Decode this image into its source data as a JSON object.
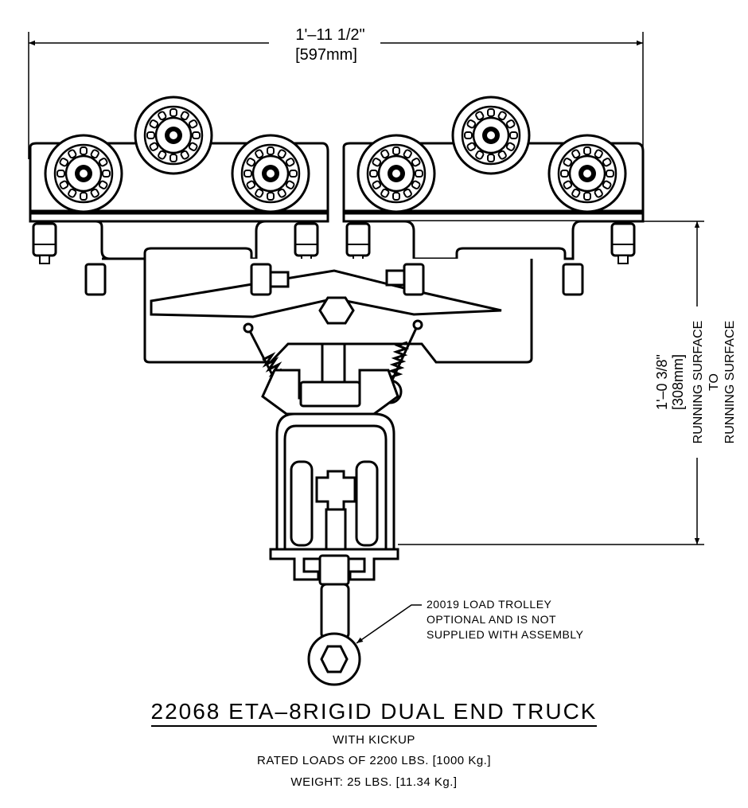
{
  "dimensions": {
    "width_imperial": "1'–11 1/2\"",
    "width_metric": "[597mm]",
    "height_imperial": "1'–0 3/8\"",
    "height_metric": "[308mm]",
    "running_surface_a": "RUNNING SURFACE",
    "to": "TO",
    "running_surface_b": "RUNNING SURFACE"
  },
  "callout": {
    "line1": "20019 LOAD TROLLEY",
    "line2": "OPTIONAL AND IS NOT",
    "line3": "SUPPLIED WITH ASSEMBLY"
  },
  "caption": {
    "title": "22068 ETA–8RIGID DUAL END TRUCK",
    "subtitle": "WITH KICKUP",
    "rated_loads": "RATED LOADS OF 2200 LBS. [1000 Kg.]",
    "weight": "WEIGHT: 25 LBS. [11.34 Kg.]"
  }
}
